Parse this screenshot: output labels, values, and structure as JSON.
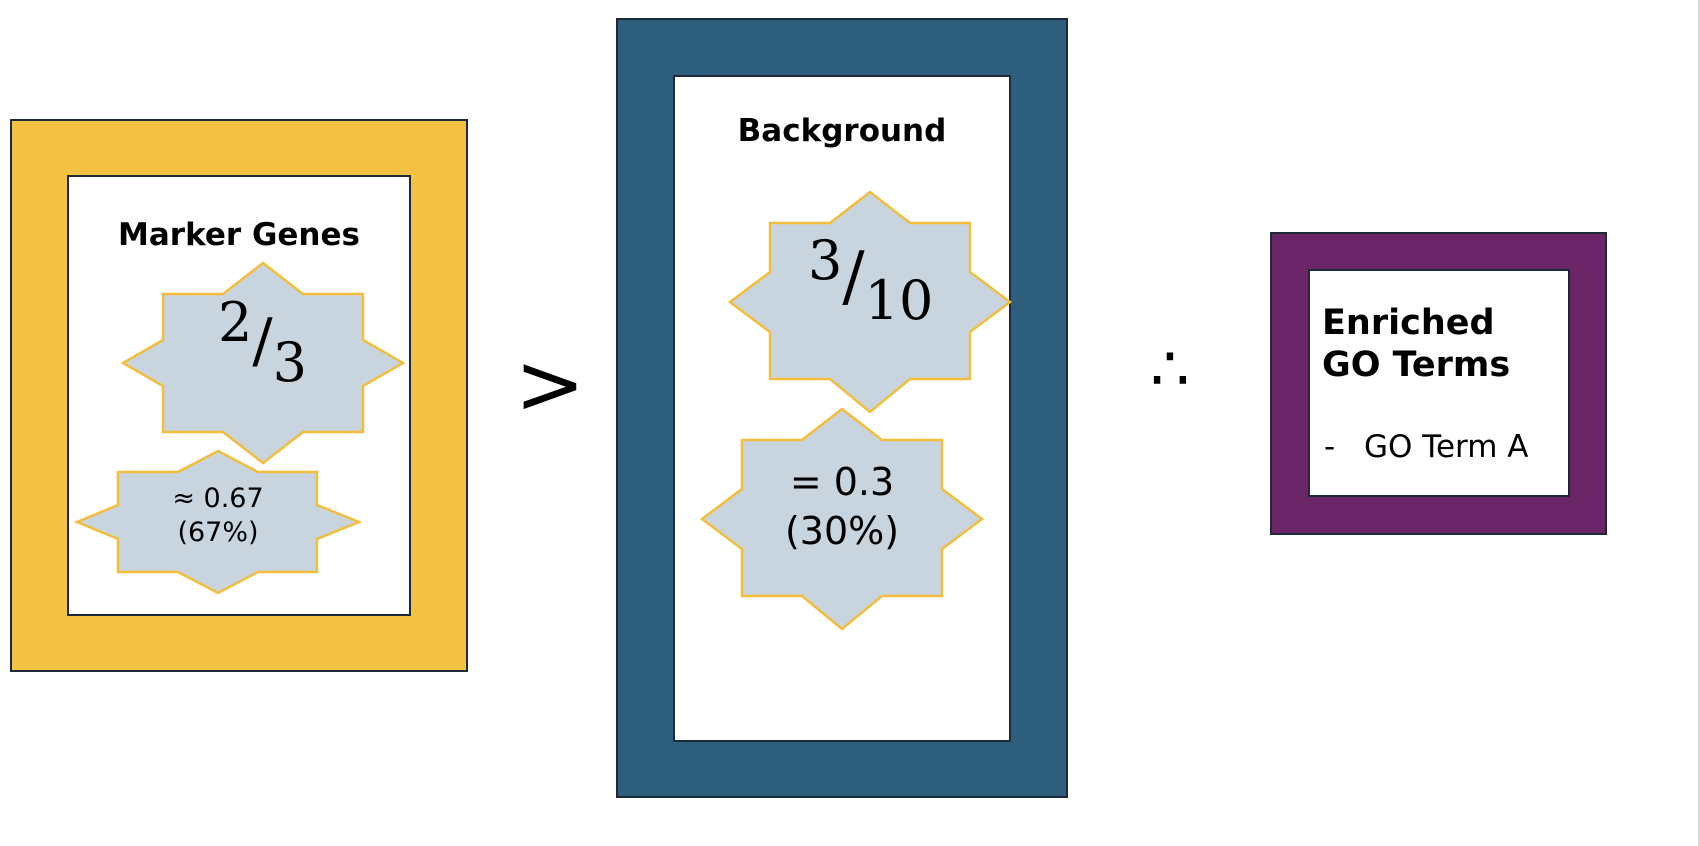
{
  "colors": {
    "marker_frame": "#F4C242",
    "background_frame": "#2E5E7E",
    "go_frame": "#6A2666",
    "star_fill": "#C8D5DE",
    "star_stroke": "#F2BE3C"
  },
  "marker": {
    "title": "Marker Genes",
    "numerator": "2",
    "slash": "/",
    "denominator": "3",
    "value_line1": "≈ 0.67",
    "value_line2": "(67%)"
  },
  "comparison_symbol": ">",
  "background": {
    "title": "Background",
    "numerator": "3",
    "slash": "/",
    "denominator": "10",
    "value_line1": "= 0.3",
    "value_line2": "(30%)"
  },
  "therefore_symbol": "∴",
  "go": {
    "title_line1": "Enriched",
    "title_line2": "GO Terms",
    "item_bullet": "-",
    "item": "GO Term A"
  },
  "icons": [
    "star-burst-icon"
  ]
}
